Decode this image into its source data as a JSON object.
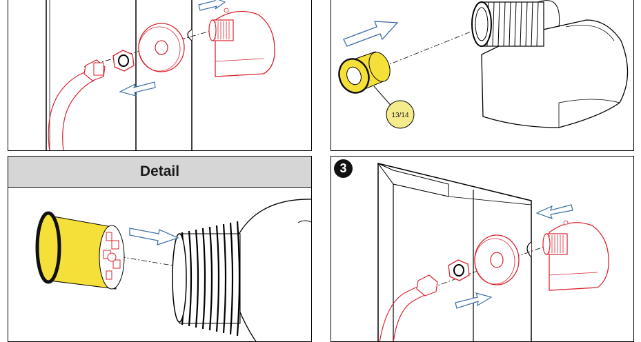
{
  "detail_panel": {
    "title": "Detail"
  },
  "step_badge": {
    "number": "3"
  },
  "callout": {
    "part_number": "13/14"
  },
  "colors": {
    "part_red": "#d9232d",
    "insert_yellow": "#f5e03a",
    "arrow_blue": "#3d6fa8",
    "header_gray": "#d6d6d6",
    "callout_fill": "#f4ec8c"
  }
}
